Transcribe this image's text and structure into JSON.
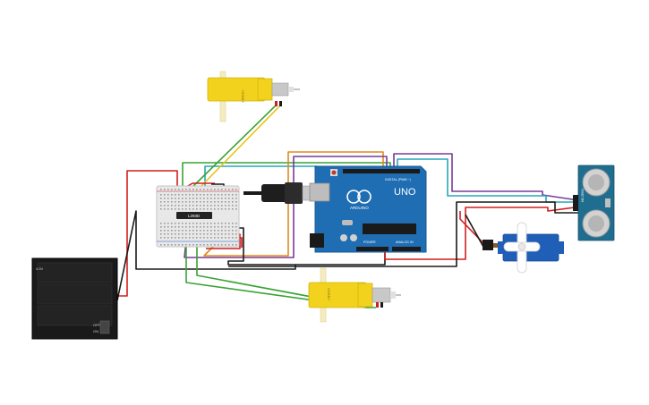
{
  "components": {
    "driver_chip": {
      "label": "L293D"
    },
    "arduino": {
      "logo": "ARDUINO",
      "model": "UNO",
      "digital_header": "DIGITAL (PWM ~)",
      "power_header": "POWER",
      "analog_header": "ANALOG IN"
    },
    "battery_pack": {
      "switch_off": "OFF",
      "switch_on": "ON",
      "edge_text": "4.5V"
    },
    "motor_top": {
      "label": "HOBBY"
    },
    "motor_bottom": {
      "label": "HOBBY"
    },
    "ultrasonic": {
      "label": "HC-SR04"
    }
  },
  "colors": {
    "red": "#d11f1f",
    "black": "#1a1a1a",
    "green": "#3aa335",
    "yellow": "#e8c21c",
    "orange": "#e08a1a",
    "teal": "#2aa6b8",
    "purple": "#7a3a98",
    "gray": "#8a8a8a",
    "arduino_blue": "#1f6db3",
    "motor_yellow": "#f2d21d"
  }
}
